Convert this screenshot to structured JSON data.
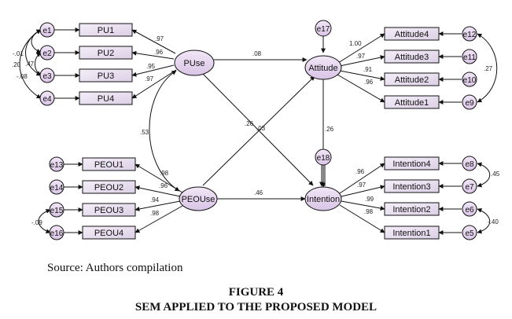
{
  "nodes": {
    "PU1": "PU1",
    "PU2": "PU2",
    "PU3": "PU3",
    "PU4": "PU4",
    "PEOU1": "PEOU1",
    "PEOU2": "PEOU2",
    "PEOU3": "PEOU3",
    "PEOU4": "PEOU4",
    "Attitude1": "Attitude1",
    "Attitude2": "Attitude2",
    "Attitude3": "Attitude3",
    "Attitude4": "Attitude4",
    "Intention1": "Intention1",
    "Intention2": "Intention2",
    "Intention3": "Intention3",
    "Intention4": "Intention4",
    "PUse": "PUse",
    "PEOUse": "PEOUse",
    "Attitude": "Attitude",
    "Intention": "Intention"
  },
  "errors": {
    "e1": "e1",
    "e2": "e2",
    "e3": "e3",
    "e4": "e4",
    "e5": "e5",
    "e6": "e6",
    "e7": "e7",
    "e8": "e8",
    "e9": "e9",
    "e10": "e10",
    "e11": "e11",
    "e12": "e12",
    "e13": "e13",
    "e14": "e14",
    "e15": "e15",
    "e16": "e16",
    "e17": "e17",
    "e18": "e18"
  },
  "coefficients": {
    "pu1": ".97",
    "pu2": ".96",
    "pu3": ".95",
    "pu4": ".97",
    "peou1": ".98",
    "peou2": ".96",
    "peou3": ".94",
    "peou4": ".98",
    "att4": "1.00",
    "att3": ".97",
    "att2": ".91",
    "att1": ".96",
    "int4": ".96",
    "int3": ".97",
    "int2": ".99",
    "int1": ".98",
    "puse_att": ".08",
    "puse_int": ".26",
    "peouse_att": ".03",
    "peouse_int": ".46",
    "att_int": ".26",
    "puse_peouse": ".53",
    "e1_e2": "-.01",
    "e1_e3": ".20",
    "e2_e3": ".47",
    "e1_e4": "-.08",
    "e12_e9": ".27",
    "e8_e7": ".45",
    "e6_e5": "-.40",
    "e15_e16": "-.09"
  },
  "caption": {
    "source": "Source: Authors compilation",
    "figure": "FIGURE 4",
    "title": "SEM APPLIED TO THE PROPOSED MODEL"
  }
}
